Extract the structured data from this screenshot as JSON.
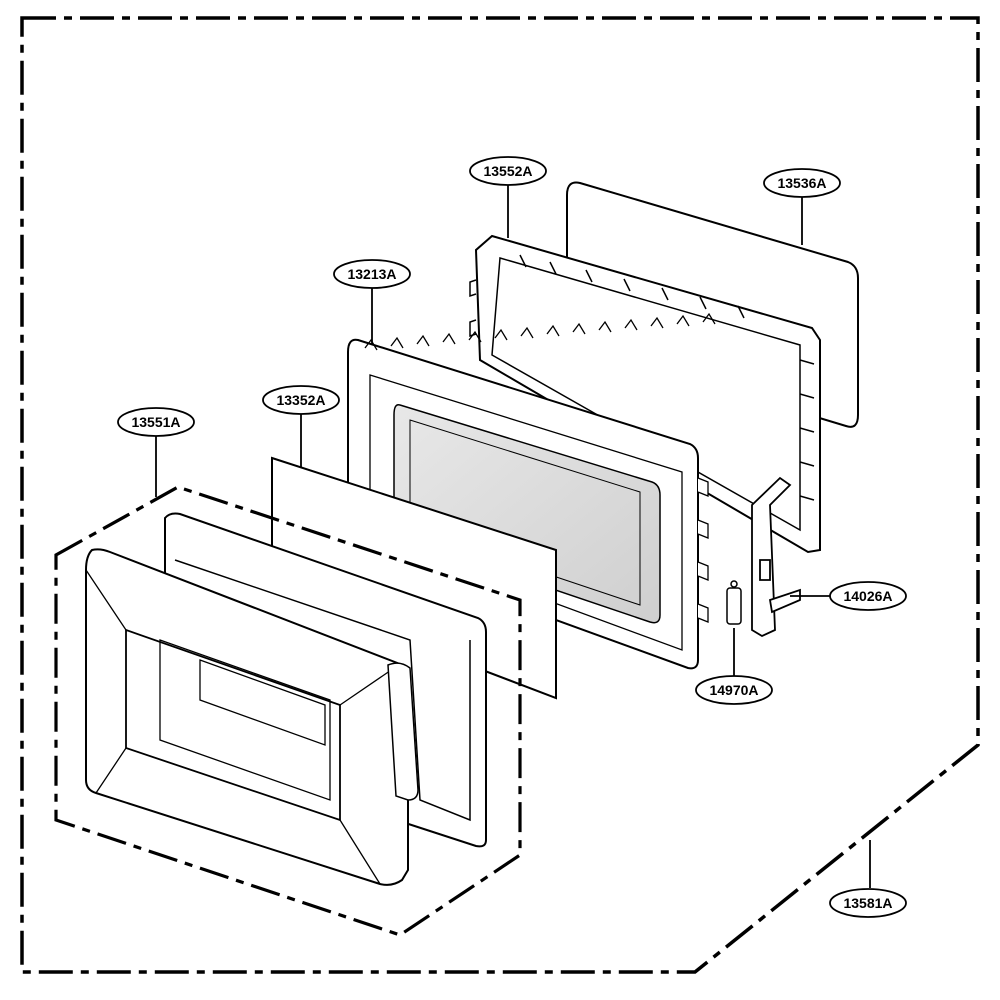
{
  "diagram": {
    "callouts": {
      "c13552A": "13552A",
      "c13536A": "13536A",
      "c13213A": "13213A",
      "c13352A": "13352A",
      "c13551A": "13551A",
      "c14026A": "14026A",
      "c14970A": "14970A",
      "c13581A": "13581A"
    },
    "colors": {
      "line": "#000000",
      "glass": "#d9d9d9",
      "background": "#ffffff"
    }
  }
}
